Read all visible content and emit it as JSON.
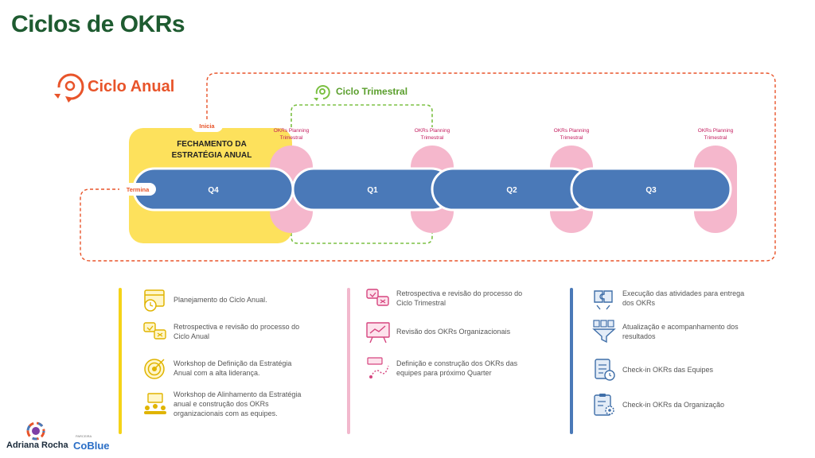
{
  "title": "Ciclos de OKRs",
  "annual_cycle_label": "Ciclo Anual",
  "quarterly_cycle_label": "Ciclo Trimestral",
  "start_label": "Inicia",
  "end_label": "Termina",
  "closing_box": {
    "line1": "FECHAMENTO DA",
    "line2": "ESTRATÉGIA ANUAL"
  },
  "quarters": [
    "Q4",
    "Q1",
    "Q2",
    "Q3"
  ],
  "planning_labels": [
    {
      "line1": "OKRs Planning",
      "line2": "Trimestral"
    },
    {
      "line1": "OKRs Planning",
      "line2": "Trimestral"
    },
    {
      "line1": "OKRs Planning",
      "line2": "Trimestral"
    },
    {
      "line1": "OKRs Planning",
      "line2": "Trimestral"
    }
  ],
  "columns": [
    {
      "color": "#f5d318",
      "items": [
        {
          "icon": "calendar-clock-icon",
          "line1": "Planejamento do Ciclo Anual.",
          "line2": ""
        },
        {
          "icon": "retrospective-review-icon",
          "line1": "Retrospectiva e revisão do processo do",
          "line2": "Ciclo Anual"
        },
        {
          "icon": "target-icon",
          "line1": "Workshop de Definição da Estratégia",
          "line2": "Anual com a alta liderança."
        },
        {
          "icon": "team-workshop-icon",
          "line1": "Workshop de Alinhamento da Estratégia",
          "line2": "anual e construção dos OKRs",
          "line3": "organizacionais com as equipes."
        }
      ]
    },
    {
      "color": "#f2b8cd",
      "items": [
        {
          "icon": "retrospective-review-icon",
          "line1": "Retrospectiva e revisão do processo do",
          "line2": "Ciclo Trimestral"
        },
        {
          "icon": "presentation-board-icon",
          "line1": "Revisão dos OKRs Organizacionais",
          "line2": ""
        },
        {
          "icon": "goal-path-icon",
          "line1": "Definição e construção dos OKRs das",
          "line2": "equipes para próximo Quarter"
        }
      ]
    },
    {
      "color": "#4a79b8",
      "items": [
        {
          "icon": "puzzle-execution-icon",
          "line1": "Execução das atividades para entrega",
          "line2": "dos OKRs"
        },
        {
          "icon": "funnel-reports-icon",
          "line1": "Atualização e acompanhamento dos",
          "line2": "resultados"
        },
        {
          "icon": "checklist-clock-icon",
          "line1": "Check-in OKRs das Equipes",
          "line2": ""
        },
        {
          "icon": "clipboard-gear-icon",
          "line1": "Check-in OKRs da Organização",
          "line2": ""
        }
      ]
    }
  ],
  "branding": {
    "author": "Adriana Rocha",
    "small": "PARCEIRA",
    "brand": "CoBlue"
  },
  "colors": {
    "title": "#1e5b30",
    "annual": "#e8542a",
    "quarterly": "#7cc043",
    "quarter_bar": "#4a79b8",
    "closing": "#fde15c",
    "planning": "#f5b7cc",
    "planning_text": "#c2185b"
  }
}
